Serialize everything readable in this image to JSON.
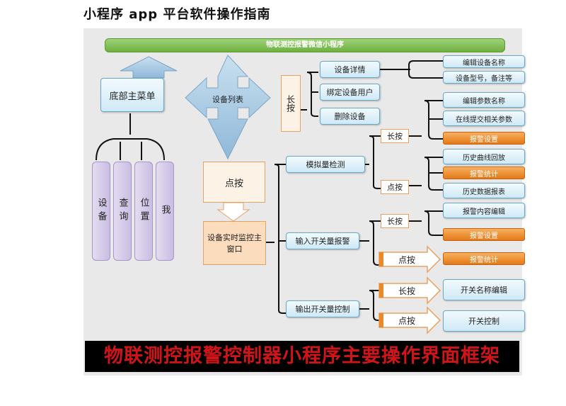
{
  "doc_title": "小程序 app 平台软件操作指南",
  "top_bar": "物联测控报警微信小程序",
  "left": {
    "main_menu": "底部主菜单",
    "items": [
      "设备",
      "查询",
      "位置",
      "我"
    ]
  },
  "center": {
    "device_list": "设备列表",
    "long_press": "长按",
    "tap": "点按",
    "monitor_window": "设备实时监控主窗口"
  },
  "device_actions": {
    "details": "设备详情",
    "bind_user": "绑定设备用户",
    "delete": "删除设备",
    "edit_name": "编辑设备名称",
    "model_note": "设备型号，备注等"
  },
  "analog": {
    "title": "模拟量检测",
    "long_press": "长按",
    "tap": "点按",
    "edit_params": "编辑参数名称",
    "submit_params": "在线提交相关参数",
    "alarm_settings": "报警设置",
    "history_curve": "历史曲线回放",
    "alarm_stats": "报警统计",
    "history_report": "历史数据报表"
  },
  "input_switch": {
    "title": "输入开关量报警",
    "long_press": "长按",
    "tap": "点按",
    "alarm_edit": "报警内容编辑",
    "alarm_settings": "报警设置",
    "alarm_stats": "报警统计"
  },
  "output_switch": {
    "title": "输出开关量控制",
    "long_press": "长按",
    "tap": "点按",
    "name_edit": "开关名称编辑",
    "control": "开关控制"
  },
  "banner": "物联测控报警控制器小程序主要操作界面框架",
  "colors": {
    "green_bar": "#7bbd4c",
    "blue_box": "#cfe9f6",
    "orange_box": "#e98a2a",
    "purple_box": "#c9bde2",
    "arrow_blue": "#9cc4e0",
    "banner_text": "#d01418"
  }
}
